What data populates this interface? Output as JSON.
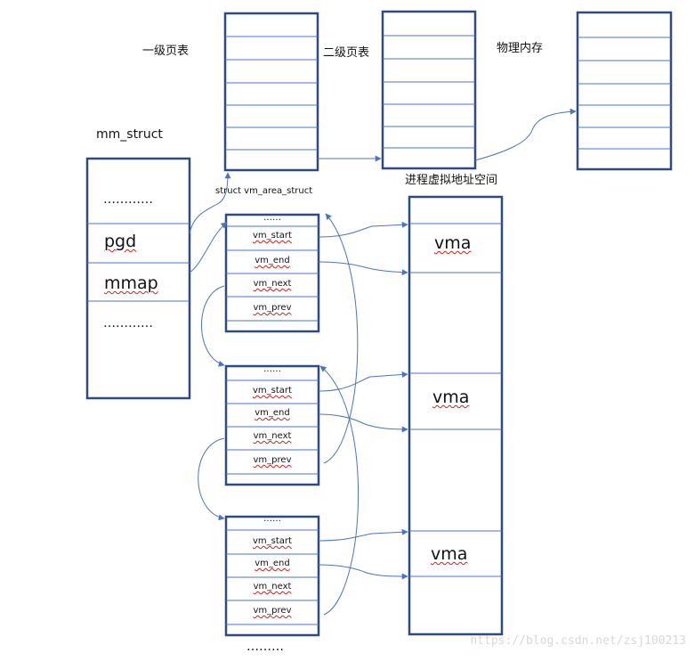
{
  "labels": {
    "l1_table": "一级页表",
    "l2_table": "二级页表",
    "physical_memory": "物理内存",
    "mm_struct": "mm_struct",
    "vm_area_struct": "struct vm_area_struct",
    "process_vspace": "进程虚拟地址空间"
  },
  "mm_struct": {
    "rows": [
      "…………",
      "pgd",
      "mmap",
      "…………"
    ]
  },
  "vma_structs": [
    {
      "header": "……",
      "fields": [
        "vm_start",
        "vm_end",
        "vm_next",
        "vm_prev"
      ]
    },
    {
      "header": "……",
      "fields": [
        "vm_start",
        "vm_end",
        "vm_next",
        "vm_prev"
      ]
    },
    {
      "header": "……",
      "fields": [
        "vm_start",
        "vm_end",
        "vm_next",
        "vm_prev"
      ]
    }
  ],
  "trailing_ellipsis": "………",
  "vspace_regions": [
    "vma",
    "vma",
    "vma"
  ],
  "watermark": "https://blog.csdn.net/zsj100213",
  "colors": {
    "box_border": "#2f4a7e",
    "line": "#4a74c0",
    "arrow": "#4a74c0",
    "misspell_underline": "#d02020"
  }
}
